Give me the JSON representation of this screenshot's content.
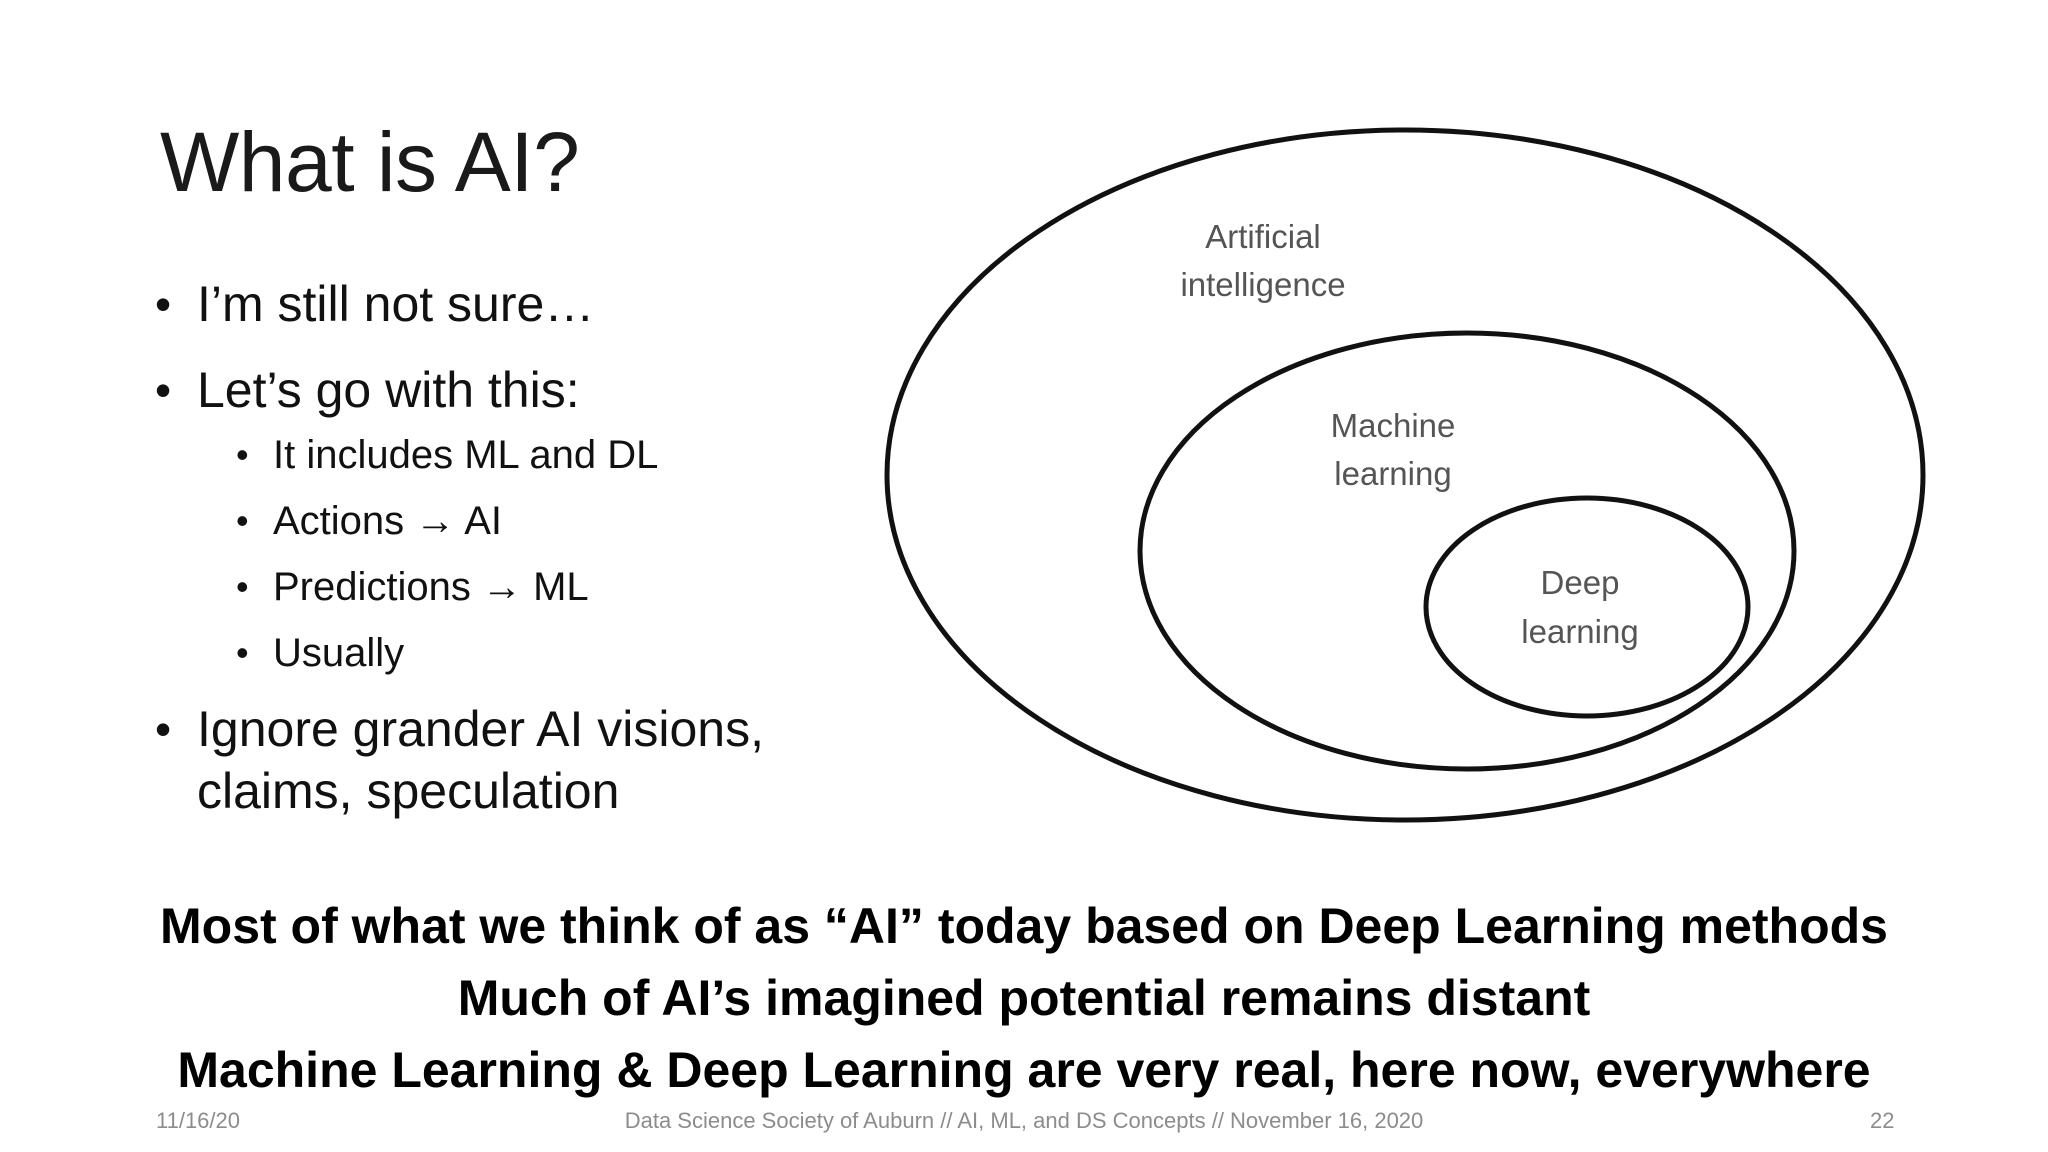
{
  "slide": {
    "title": "What is AI?",
    "bullets": [
      {
        "text": "I’m still not sure…"
      },
      {
        "text": "Let’s go with this:"
      },
      {
        "text": "Ignore grander AI visions, claims, speculation"
      }
    ],
    "sub_bullets": [
      "It includes ML and DL",
      "Actions → AI",
      "Predictions → ML",
      "Usually"
    ],
    "diagram": {
      "outer_label_line1": "Artificial",
      "outer_label_line2": "intelligence",
      "middle_label_line1": "Machine",
      "middle_label_line2": "learning",
      "inner_label_line1": "Deep",
      "inner_label_line2": "learning"
    },
    "notes": [
      "Most of what we think of as “AI” today based on Deep Learning methods",
      "Much of AI’s imagined potential remains distant",
      "Machine Learning & Deep Learning are very real, here now, everywhere"
    ],
    "footer": {
      "date": "11/16/20",
      "center": "Data Science Society of Auburn // AI, ML, and DS Concepts // November 16, 2020",
      "page_number": "22"
    }
  }
}
